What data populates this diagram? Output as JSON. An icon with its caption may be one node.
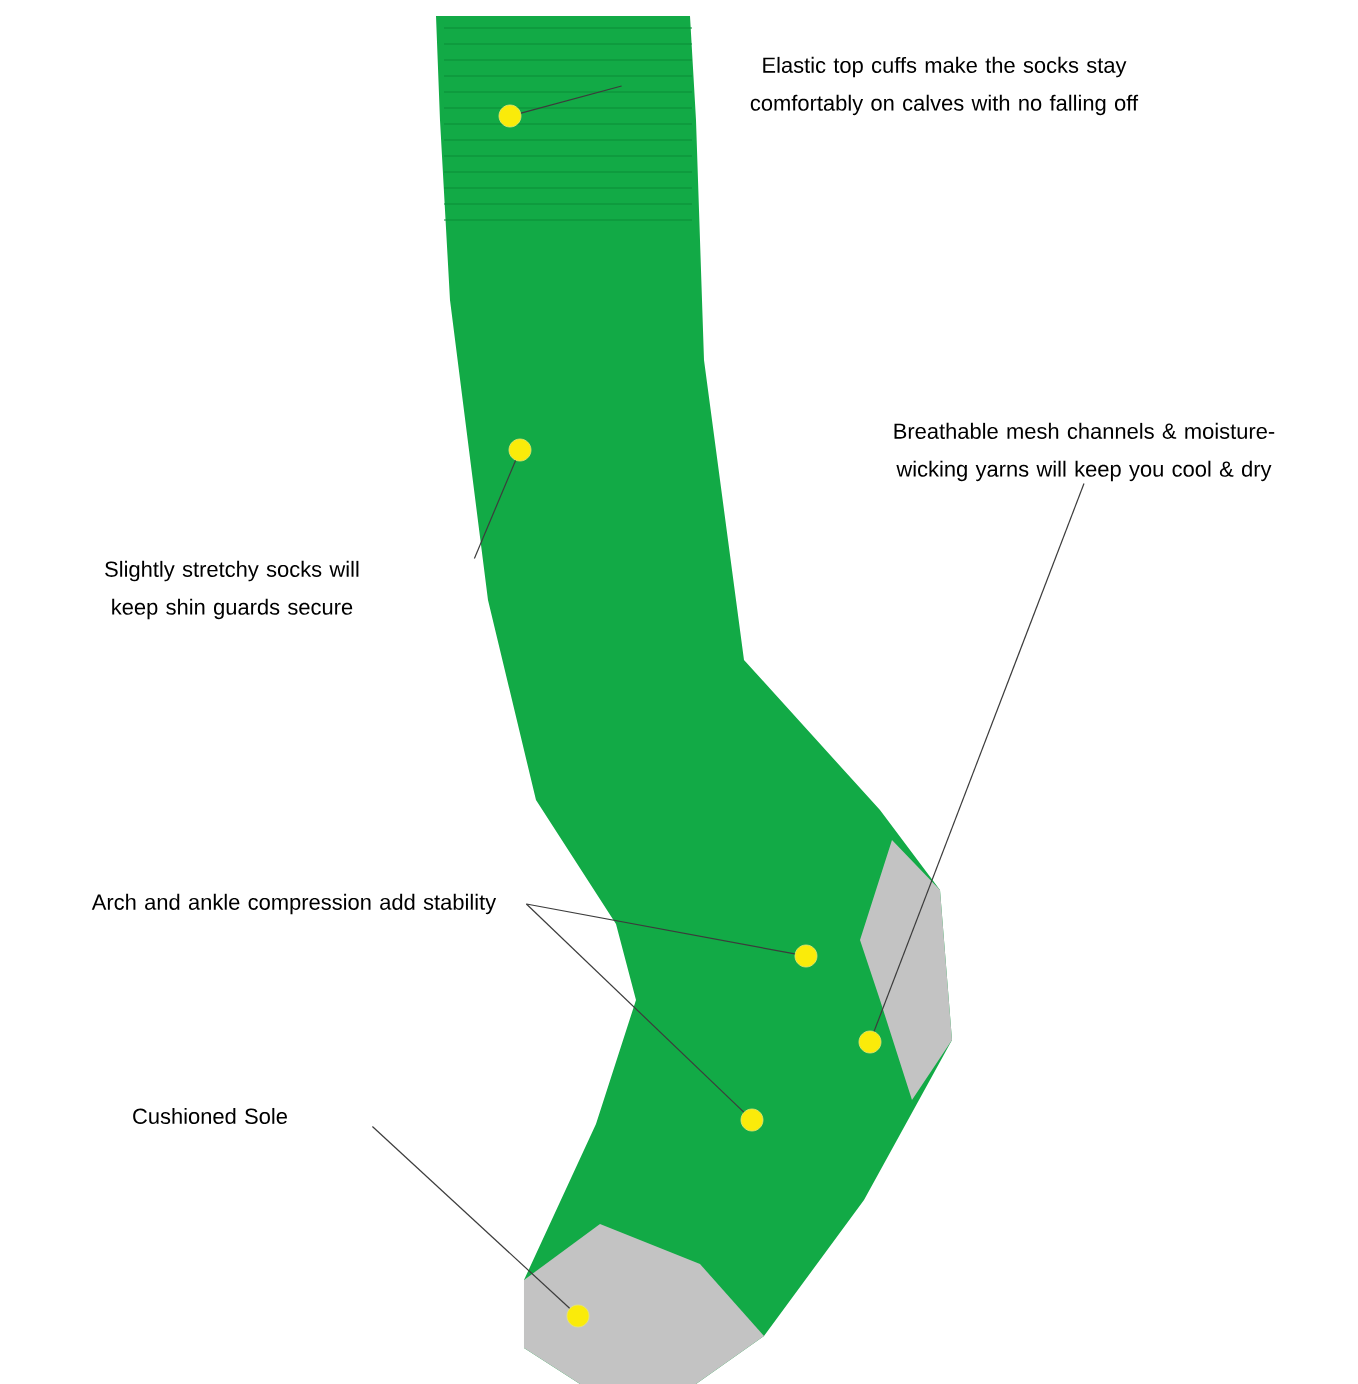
{
  "diagram": {
    "nodes": [
      {
        "text": [
          "Elastic top cuffs make the socks stay comfortably on calves with no falling off"
        ]
      },
      {
        "text": [],
        "shape": "circle"
      },
      {
        "text": [
          "Breathable mesh channels & moisture-wicking yarns will keep you cool & dry"
        ]
      },
      {
        "text": [
          "Slightly stretchy socks will keep shin guards secure"
        ]
      },
      {
        "text": [],
        "shape": "circle"
      },
      {
        "text": [],
        "shape": "circle"
      },
      {
        "text": [
          "Arch and ankle compression add stability"
        ]
      },
      {
        "text": [],
        "shape": "circle"
      },
      {
        "text": [],
        "shape": "circle"
      },
      {
        "text": [
          "Cushioned Sole"
        ]
      },
      {
        "text": [],
        "shape": "circle"
      }
    ],
    "edges": [
      {
        "from": 0,
        "to": 1,
        "arrow": "none"
      },
      {
        "from": 2,
        "to": 5,
        "arrow": "none"
      },
      {
        "from": 3,
        "to": 4,
        "arrow": "none"
      },
      {
        "from": 6,
        "to": 7,
        "arrow": "none"
      },
      {
        "from": 6,
        "to": 8,
        "arrow": "none"
      },
      {
        "from": 9,
        "to": 10,
        "arrow": "none"
      }
    ]
  }
}
